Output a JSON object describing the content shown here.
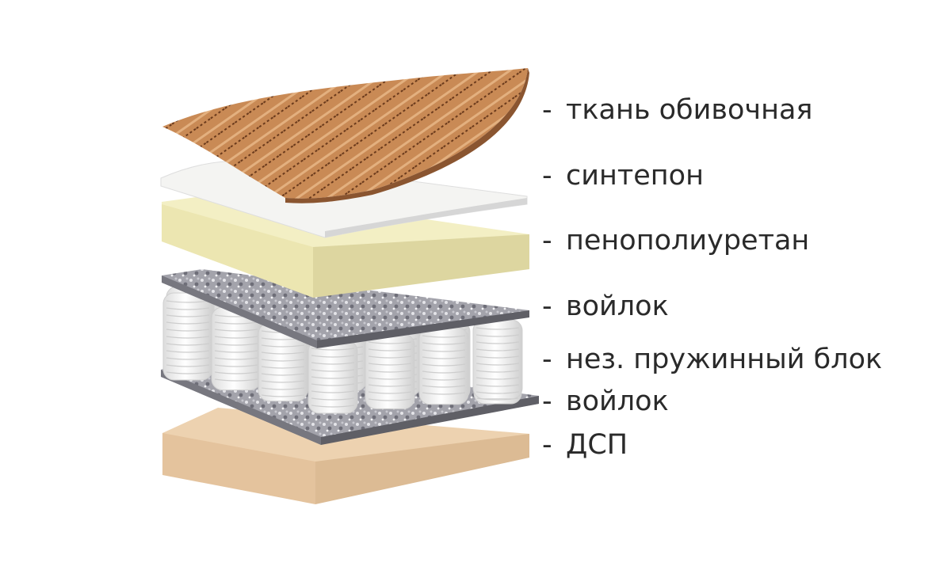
{
  "title": "",
  "colors": {
    "fabric": "#c98a55",
    "fabric_stitch": "#6a3a1c",
    "sintepon": "#f4f4f2",
    "foam": "#f3efc4",
    "foam_side": "#ddd6a0",
    "felt": "#9b9ba3",
    "spring": "#fafafa",
    "spring_line": "#c9c9c9",
    "dsp": "#edd2b0",
    "dsp_side": "#dcbb94"
  },
  "layers": [
    {
      "id": "fabric",
      "dash": "-",
      "label": "ткань обивочная"
    },
    {
      "id": "sintepon",
      "dash": "-",
      "label": "синтепон"
    },
    {
      "id": "foam",
      "dash": "-",
      "label": "пенополиуретан"
    },
    {
      "id": "felt_top",
      "dash": "-",
      "label": "войлок"
    },
    {
      "id": "springs",
      "dash": "-",
      "label": "нез. пружинный блок"
    },
    {
      "id": "felt_bottom",
      "dash": "-",
      "label": "войлок"
    },
    {
      "id": "dsp",
      "dash": "-",
      "label": "ДСП"
    }
  ]
}
